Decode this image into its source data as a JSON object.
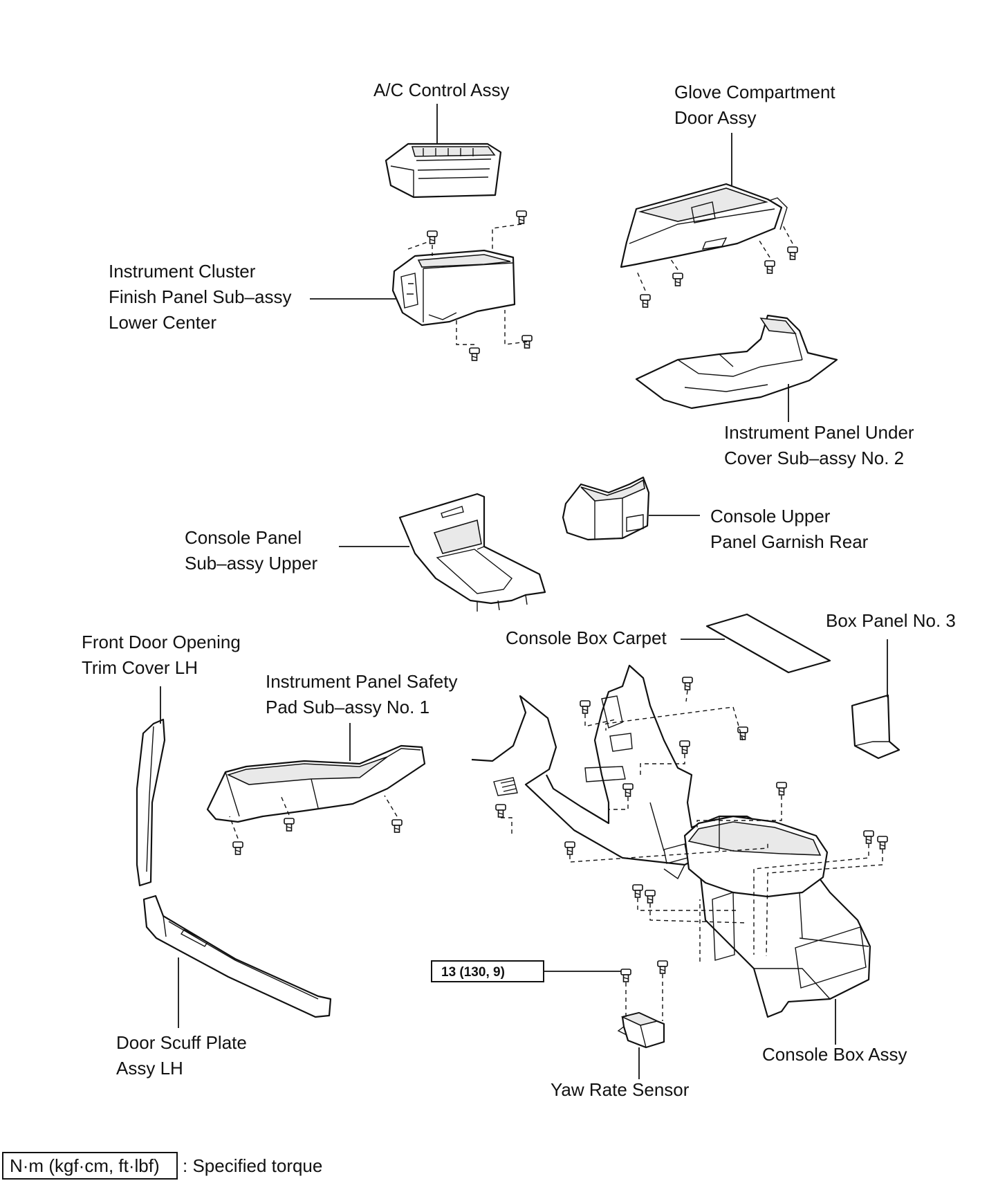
{
  "labels": {
    "ac_control": "A/C Control Assy",
    "glove_line1": "Glove Compartment",
    "glove_line2": "Door Assy",
    "cluster_line1": "Instrument Cluster",
    "cluster_line2": "Finish Panel Sub–assy",
    "cluster_line3": "Lower Center",
    "undercover_line1": "Instrument Panel Under",
    "undercover_line2": "Cover Sub–assy No. 2",
    "console_upper_line1": "Console Upper",
    "console_upper_line2": "Panel Garnish Rear",
    "console_panel_line1": "Console Panel",
    "console_panel_line2": "Sub–assy Upper",
    "carpet": "Console Box Carpet",
    "box_panel": "Box Panel No. 3",
    "front_door_line1": "Front Door Opening",
    "front_door_line2": "Trim Cover LH",
    "safety_pad_line1": "Instrument Panel Safety",
    "safety_pad_line2": "Pad Sub–assy No. 1",
    "scuff_line1": "Door Scuff Plate",
    "scuff_line2": "Assy LH",
    "console_box": "Console Box Assy",
    "yaw_sensor": "Yaw Rate Sensor"
  },
  "torque_spec": "13 (130, 9)",
  "legend": {
    "box": "N·m (kgf·cm, ft·lbf)",
    "text": ": Specified torque"
  }
}
